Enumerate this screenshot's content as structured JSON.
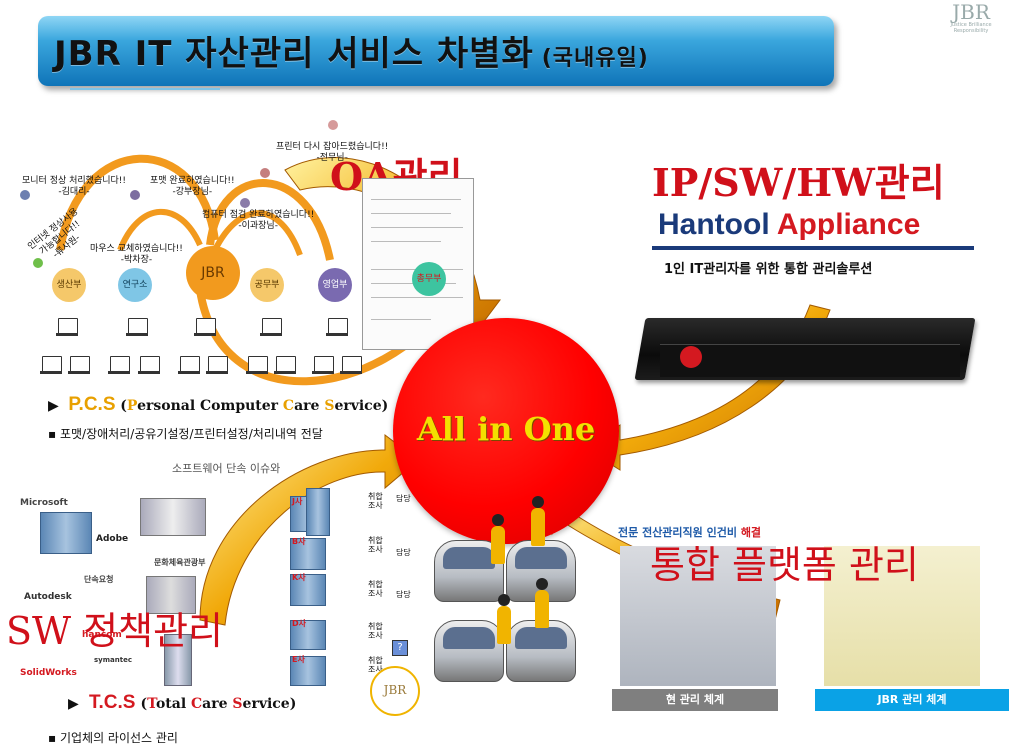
{
  "title": {
    "main": "JBR IT 자산관리 서비스 차별화",
    "sub": "(국내유일)"
  },
  "logo": {
    "mark": "JBR",
    "tagline": "Justice Brilliance Responsibility"
  },
  "sections": {
    "oa": "OA관리",
    "ip": "IP/SW/HW관리",
    "sw": "SW 정책관리",
    "platform": "통합 플랫폼 관리",
    "center": "All in One"
  },
  "hantool": {
    "word1": "Hantool",
    "word2": "Appliance",
    "subtitle": "1인 IT관리자를 위한 통합 관리솔루션"
  },
  "speech": {
    "s1": "모니터 정상 처리했습니다!!",
    "s1n": "-김대리-",
    "s2": "포맷 완료하였습니다!!",
    "s2n": "-강부장님-",
    "s3": "프린터 다시 잡아드렸습니다!!",
    "s3n": "-전무님-",
    "s4": "컴퓨터 점검 완료하였습니다!!",
    "s4n": "-이과장님-",
    "s5a": "인터넷 정상사용",
    "s5b": "가능합니다!!",
    "s5n": "-류사원-",
    "s6": "마우스 교체하였습니다!!",
    "s6n": "-박차장-"
  },
  "departments": [
    "생산부",
    "연구소",
    "공무부",
    "영업부",
    "총무부"
  ],
  "pcs": {
    "label": "P.C.S",
    "paren_open": "(",
    "p": "P",
    "p_rest": "ersonal Computer ",
    "c": "C",
    "c_rest": "are ",
    "s": "S",
    "s_rest": "ervice)",
    "desc": "▪ 포맷/장애처리/공유기설정/프린터설정/처리내역 전달"
  },
  "tcs": {
    "label": "T.C.S",
    "paren_open": "(",
    "t": "T",
    "t_rest": "otal ",
    "c": "C",
    "c_rest": "are ",
    "s": "S",
    "s_rest": "ervice)",
    "desc": "▪ 기업체의 라이선스 관리"
  },
  "sw_area": {
    "issue": "소프트웨어 단속 이슈와",
    "vendors": [
      "Microsoft",
      "Adobe",
      "Autodesk",
      "hancom",
      "symantec",
      "SolidWorks"
    ],
    "agency": "문화체육관광부",
    "crackdown": "단속요청",
    "corps": [
      "J사",
      "B사",
      "K사",
      "D사",
      "E사"
    ],
    "audit": "취합\n조사",
    "pending": "담당"
  },
  "platform": {
    "top_label_a": "전문 전산관리직원 인건비 ",
    "top_label_b": "해결",
    "cap_left": "현 관리 체계",
    "cap_right": "JBR 관리 체계"
  },
  "colors": {
    "banner": "#1a88cc",
    "red": "#d0101a",
    "yellow": "#f4e000",
    "navy": "#1a3a7a"
  }
}
